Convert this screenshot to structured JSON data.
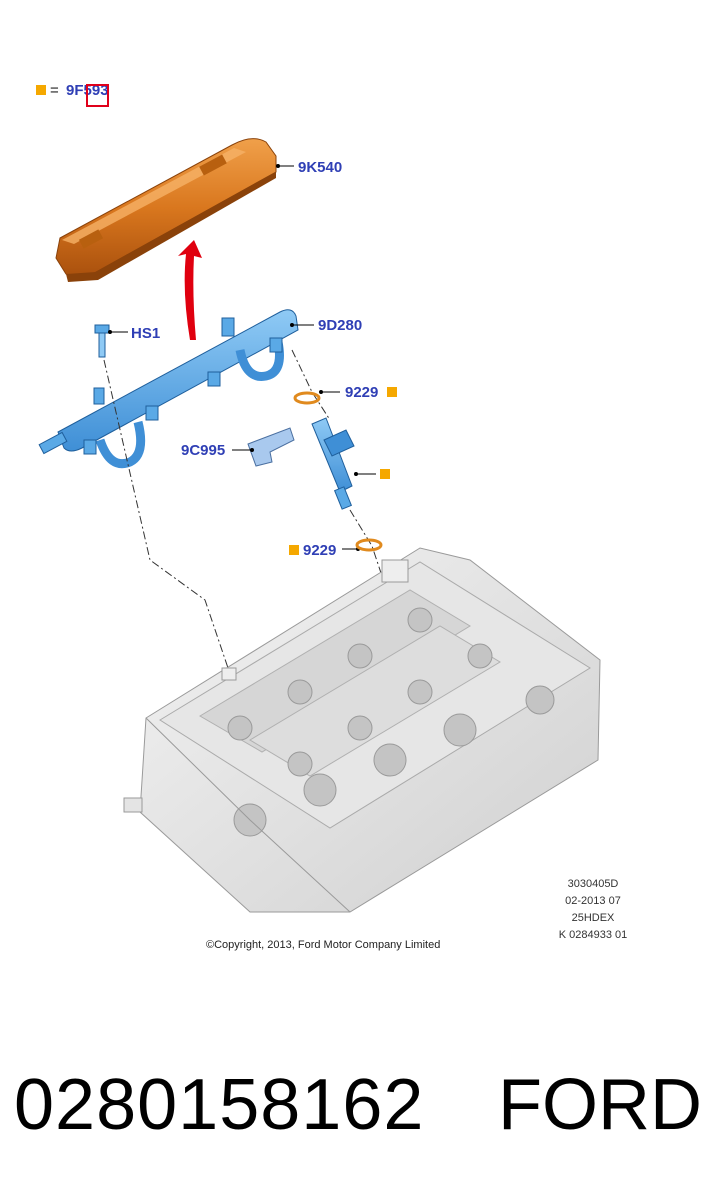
{
  "legend": {
    "equals": "=",
    "code": "9F593",
    "marker_color": "#f5a800"
  },
  "labels": {
    "cover": "9K540",
    "rail": "9D280",
    "bolt": "HS1",
    "oring_upper": "9229",
    "oring_lower": "9229",
    "bracket": "9C995"
  },
  "meta": {
    "line1": "3030405D",
    "line2": "02-2013 07",
    "line3": "25HDEX",
    "line4": "K 0284933 01"
  },
  "copyright": "©Copyright, 2013, Ford Motor Company Limited",
  "footer": {
    "part_number": "0280158162",
    "brand": "FORD"
  },
  "colors": {
    "label": "#2f3fb5",
    "cover": "#d9771e",
    "rail": "#5aa9e6",
    "oring": "#e08a1e",
    "arrow": "#e0000f",
    "highlight": "#e0001a"
  }
}
